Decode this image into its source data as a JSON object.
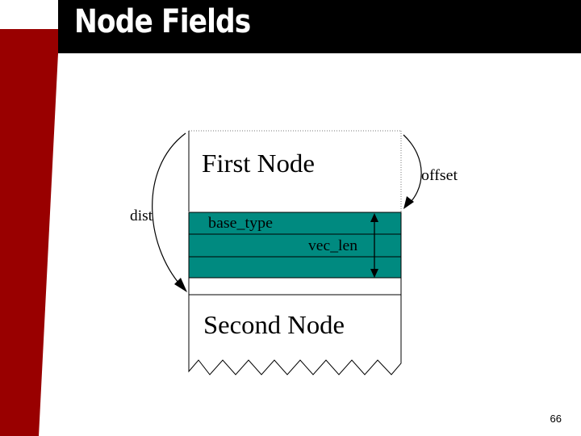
{
  "slide": {
    "title": "Node Fields",
    "page_number": "66"
  },
  "diagram": {
    "first_node_label": "First Node",
    "second_node_label": "Second Node",
    "field_base_type": "base_type",
    "field_vec_len": "vec_len",
    "arrow_dist_label": "dist",
    "arrow_offset_label": "offset"
  },
  "colors": {
    "accent_red": "#990000",
    "title_bar": "#000000",
    "field_fill": "#008a80"
  }
}
